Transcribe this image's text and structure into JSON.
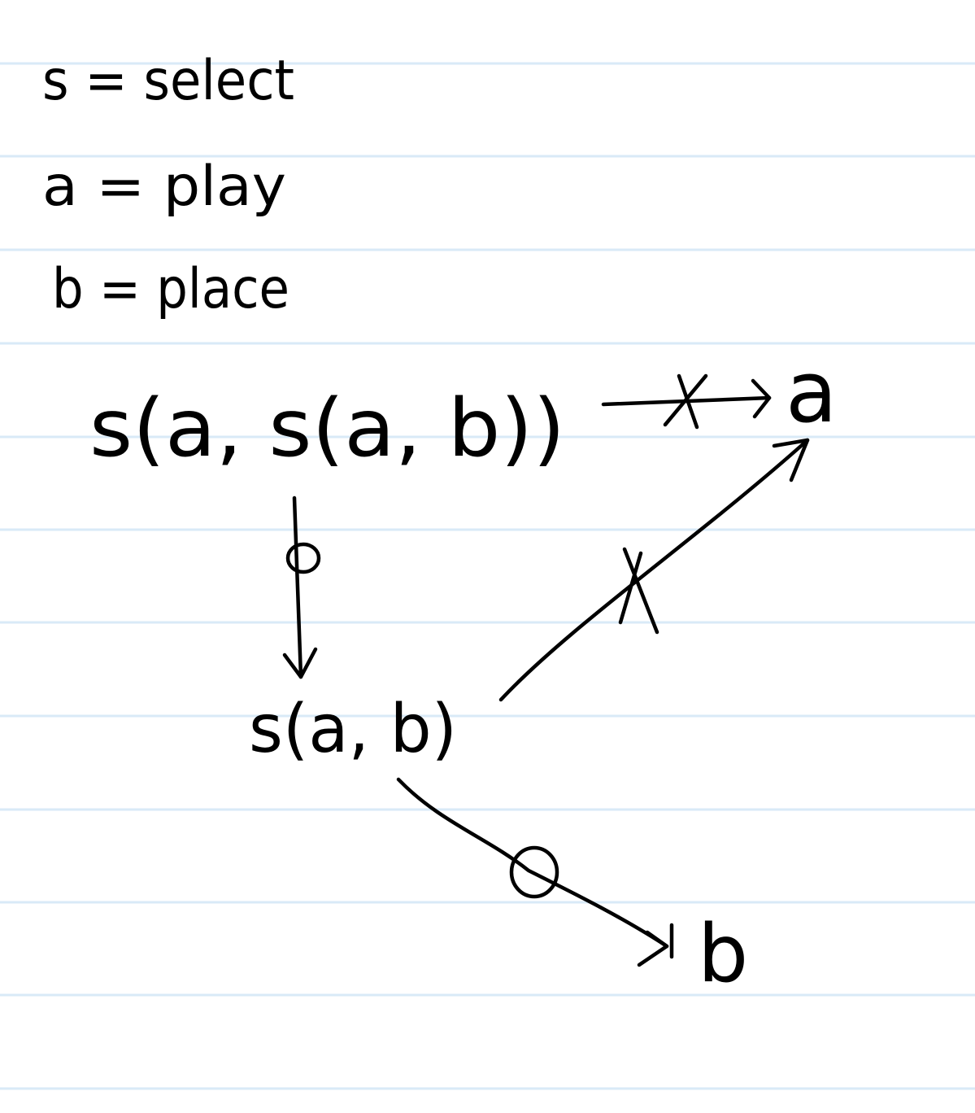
{
  "colors": {
    "paper": "#ffffff",
    "ruled_line": "#d9eaf7",
    "ink": "#000000"
  },
  "legend": {
    "line_1": "s = select",
    "line_2": "a = play",
    "line_3": "b = place"
  },
  "nodes": {
    "root": "s(a, s(a, b))",
    "inner": "s(a, b)",
    "play": "a",
    "place": "b"
  },
  "edges": [
    {
      "from": "root",
      "to": "play",
      "mark": "crossed (X)"
    },
    {
      "from": "root",
      "to": "inner",
      "mark": "circle"
    },
    {
      "from": "inner",
      "to": "play",
      "mark": "crossed (X)"
    },
    {
      "from": "inner",
      "to": "place",
      "mark": "circle"
    }
  ]
}
